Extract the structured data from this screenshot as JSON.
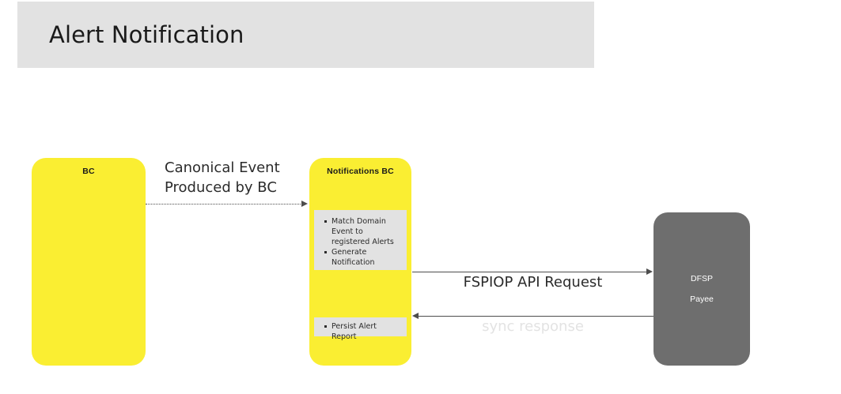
{
  "diagram": {
    "title": "Alert Notification",
    "participants": [
      {
        "id": "bc",
        "label": "BC",
        "color": "#faee32",
        "text_color": "#1a1a1a"
      },
      {
        "id": "notifications-bc",
        "label": "Notifications BC",
        "color": "#faee32",
        "text_color": "#1a1a1a"
      },
      {
        "id": "dfsp",
        "label_line1": "DFSP",
        "label_line2": "Payee",
        "color": "#6e6e6e",
        "text_color": "#ffffff"
      }
    ],
    "notes": [
      {
        "id": "match-generate",
        "bullets": [
          "Match Domain Event to registered Alerts",
          "Generate Notification"
        ]
      },
      {
        "id": "persist",
        "bullets": [
          "Persist Alert Report"
        ]
      }
    ],
    "messages": [
      {
        "id": "canonical-event",
        "label": "Canonical Event Produced by BC",
        "style": "dotted",
        "direction": "right",
        "from": "bc",
        "to": "notifications-bc"
      },
      {
        "id": "fspiop-request",
        "label": "FSPIOP API Request",
        "style": "solid",
        "direction": "right",
        "from": "notifications-bc",
        "to": "dfsp"
      },
      {
        "id": "sync-response",
        "label": "sync response",
        "style": "solid",
        "direction": "left",
        "from": "dfsp",
        "to": "notifications-bc",
        "text_color": "#e3e3e3"
      }
    ],
    "colors": {
      "title_bar_bg": "#e2e2e2",
      "note_bg": "#e2e2e2",
      "accent_yellow": "#faee32",
      "accent_gray": "#6e6e6e",
      "line": "#4d4d4d",
      "canvas": "#ffffff"
    }
  }
}
